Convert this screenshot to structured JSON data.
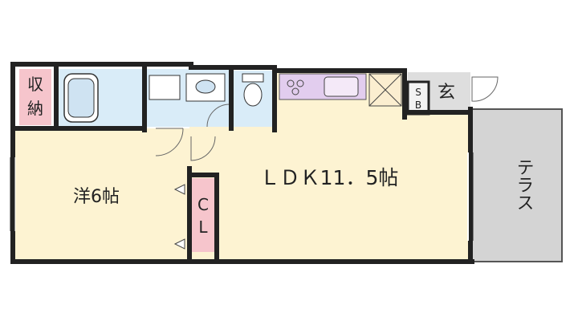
{
  "rooms": {
    "storage": {
      "label_top": "収",
      "label_bottom": "納"
    },
    "western_room": {
      "label": "洋6帖"
    },
    "closet": {
      "label_top": "C",
      "label_bottom": "L"
    },
    "ldk": {
      "label": "ＬＤＫ11．5帖"
    },
    "shoe_box": {
      "label_top": "S",
      "label_bottom": "B"
    },
    "entrance": {
      "label": "玄"
    },
    "terrace": {
      "label": "テラス"
    }
  },
  "colors": {
    "wall": "#222222",
    "room_floor": "#fdf3d2",
    "wet_area": "#d9ecf8",
    "storage_pink": "#f6c5cc",
    "kitchen_purple": "#e2cdee",
    "entrance_gray": "#dedede",
    "terrace_gray": "#d4d4d4"
  }
}
